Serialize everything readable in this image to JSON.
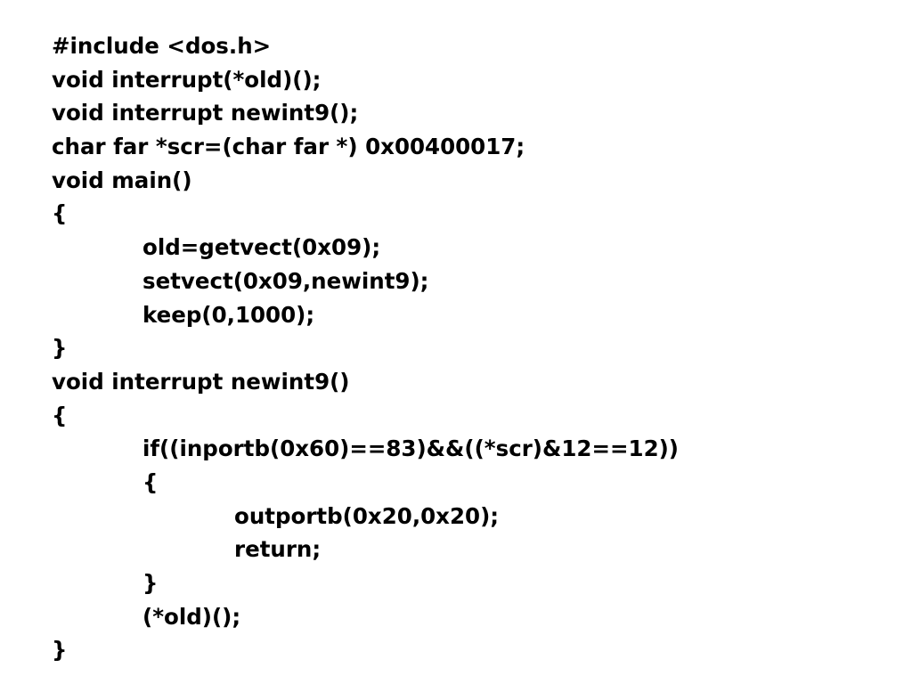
{
  "code_lines": [
    {
      "text": "#include <dos.h>",
      "indent": 0
    },
    {
      "text": "void interrupt(*old)();",
      "indent": 0
    },
    {
      "text": "void interrupt newint9();",
      "indent": 0
    },
    {
      "text": "char far *scr=(char far *) 0x00400017;",
      "indent": 0
    },
    {
      "text": "void main()",
      "indent": 0
    },
    {
      "text": "{",
      "indent": 0
    },
    {
      "text": "old=getvect(0x09);",
      "indent": 1
    },
    {
      "text": "setvect(0x09,newint9);",
      "indent": 1
    },
    {
      "text": "keep(0,1000);",
      "indent": 1
    },
    {
      "text": "}",
      "indent": 0
    },
    {
      "text": "void interrupt newint9()",
      "indent": 0
    },
    {
      "text": "{",
      "indent": 0
    },
    {
      "text": "if((inportb(0x60)==83)&&((*scr)&12==12))",
      "indent": 1
    },
    {
      "text": "{",
      "indent": 1
    },
    {
      "text": "outportb(0x20,0x20);",
      "indent": 2
    },
    {
      "text": "return;",
      "indent": 2
    },
    {
      "text": "}",
      "indent": 1
    },
    {
      "text": "(*old)();",
      "indent": 1
    },
    {
      "text": "}",
      "indent": 0
    }
  ]
}
